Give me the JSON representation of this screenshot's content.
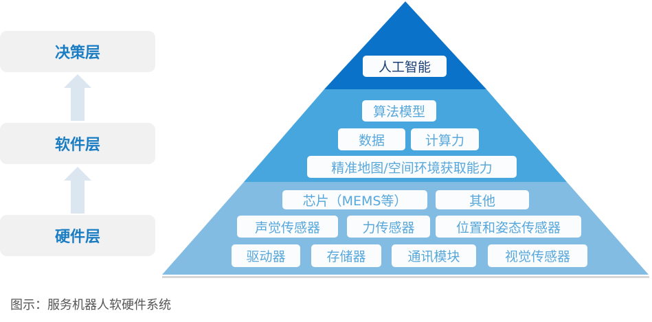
{
  "layers": [
    "决策层",
    "软件层",
    "硬件层"
  ],
  "pyramid": {
    "top": [
      "人工智能"
    ],
    "middle": [
      "算法模型",
      "数据",
      "计算力",
      "精准地图/空间环境获取能力"
    ],
    "bottom": [
      "芯片（MEMS等）",
      "其他",
      "声觉传感器",
      "力传感器",
      "位置和姿态传感器",
      "驱动器",
      "存储器",
      "通讯模块",
      "视觉传感器"
    ]
  },
  "colors": {
    "top": "#0a72c8",
    "middle": "#46a6dd",
    "bottom": "#82bce2",
    "layer_text": "#1a7dc3",
    "arrow": "#dce6f1"
  },
  "caption": "图示：服务机器人软硬件系统"
}
